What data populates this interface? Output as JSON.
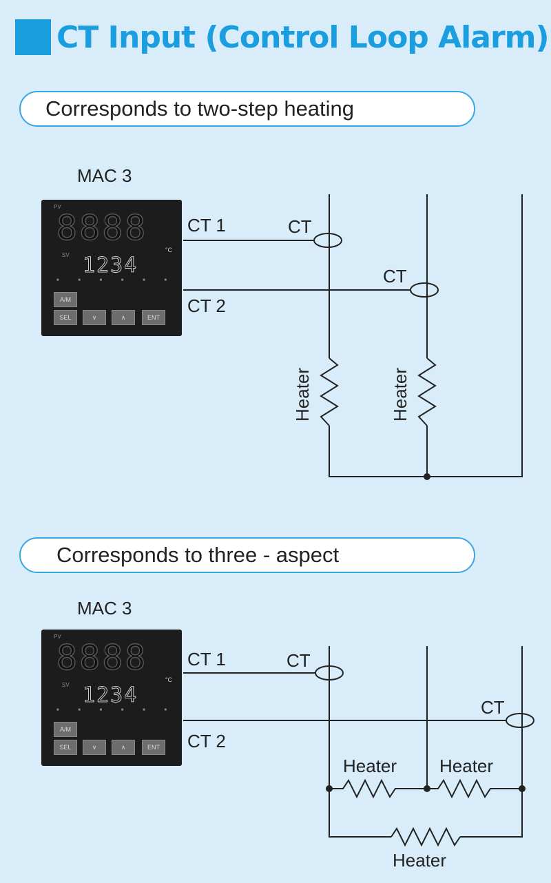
{
  "title": "CT Input (Control Loop Alarm)",
  "section1": {
    "banner": "Corresponds to two-step heating",
    "device_label": "MAC 3",
    "ct1": "CT 1",
    "ct2": "CT 2",
    "ct_a": "CT",
    "ct_b": "CT",
    "heater_a": "Heater",
    "heater_b": "Heater"
  },
  "section2": {
    "banner": "Corresponds to three - aspect",
    "device_label": "MAC 3",
    "ct1": "CT 1",
    "ct2": "CT 2",
    "ct_a": "CT",
    "ct_b": "CT",
    "heater_a": "Heater",
    "heater_b": "Heater",
    "heater_c": "Heater"
  },
  "device": {
    "pv_label": "PV",
    "sv_label": "SV",
    "unit": "°C",
    "pv_display": "8888",
    "sv_display": "1234",
    "buttons": [
      "A/M",
      "SEL",
      "∨",
      "∧",
      "ENT"
    ]
  }
}
